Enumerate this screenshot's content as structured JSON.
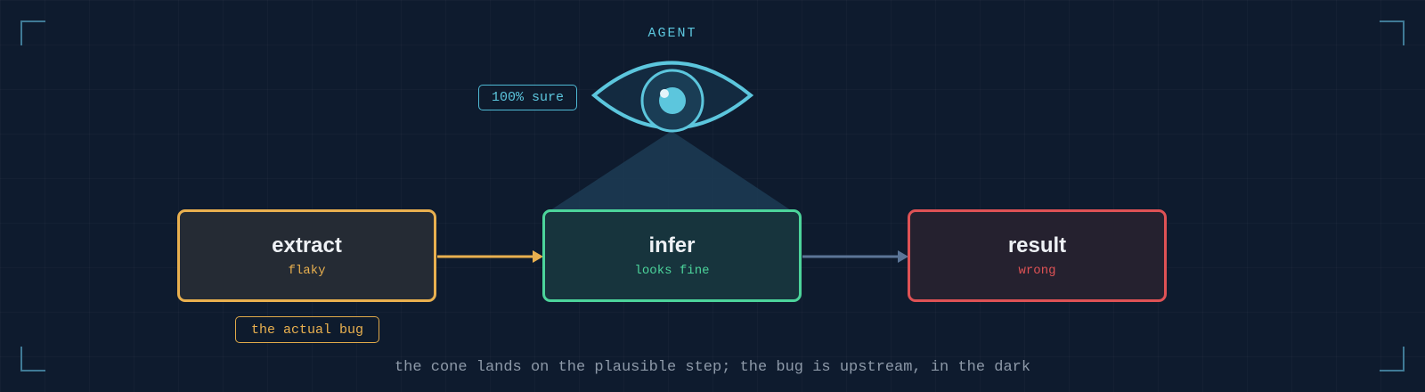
{
  "agent": {
    "label": "AGENT",
    "confidence_callout": "100% sure"
  },
  "nodes": [
    {
      "title": "extract",
      "subtitle": "flaky"
    },
    {
      "title": "infer",
      "subtitle": "looks fine"
    },
    {
      "title": "result",
      "subtitle": "wrong"
    }
  ],
  "bug_callout": "the actual bug",
  "caption": "the cone lands on the plausible step; the bug is upstream, in the dark",
  "colors": {
    "background": "#0e1b2e",
    "agent": "#5cc6dd",
    "extract": "#e9b04f",
    "infer": "#4cd49b",
    "result": "#de5255",
    "arrow_muted": "#5b7597",
    "caption": "#8d99a8"
  },
  "icons": [
    "eye-icon",
    "arrow-right-icon"
  ]
}
